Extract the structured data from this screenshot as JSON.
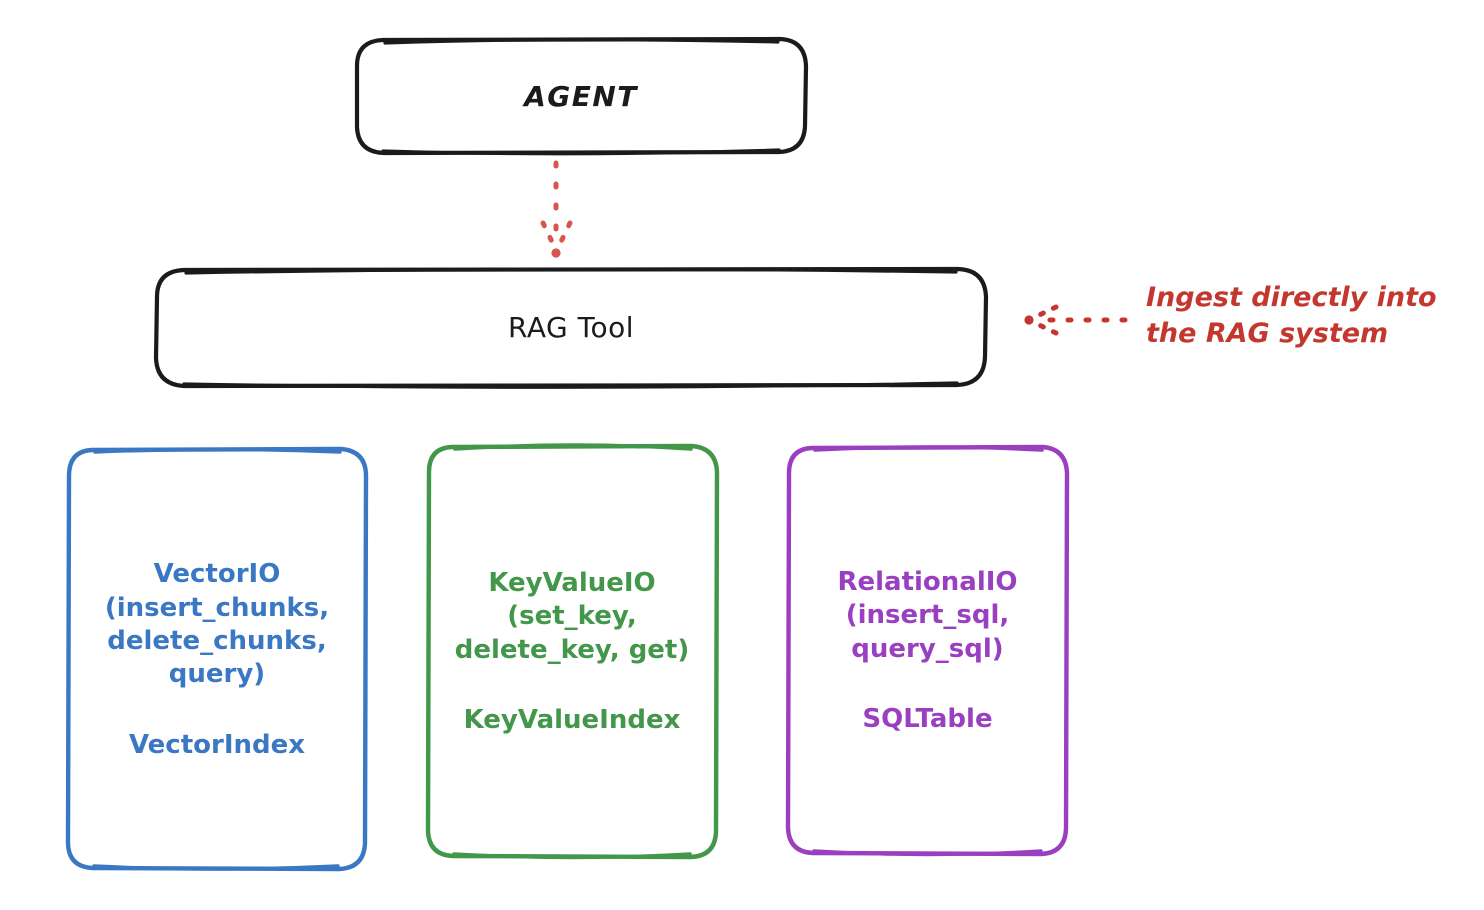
{
  "diagram": {
    "title": "RAG Tool storage abstraction diagram",
    "background_color": "#ffffff"
  },
  "nodes": {
    "agent": {
      "label": "AGENT",
      "border_color": "#1b1b1b",
      "text_color": "#1b1b1b"
    },
    "rag_tool": {
      "label": "RAG Tool",
      "border_color": "#1b1b1b",
      "text_color": "#1b1b1b"
    },
    "vector_io": {
      "api": "VectorIO\n(insert_chunks,\ndelete_chunks,\nquery)",
      "index": "VectorIndex",
      "color": "#3b78c3"
    },
    "key_value_io": {
      "api": "KeyValueIO\n(set_key,\ndelete_key, get)",
      "index": "KeyValueIndex",
      "color": "#43974a"
    },
    "relational_io": {
      "api": "RelationalIO\n(insert_sql,\nquery_sql)",
      "index": "SQLTable",
      "color": "#9a3fc0"
    }
  },
  "annotations": {
    "ingest": {
      "text": "Ingest directly into\nthe RAG system",
      "color": "#c4372f"
    }
  },
  "connectors": {
    "agent_to_rag": {
      "style": "dotted",
      "color": "#d9534f",
      "direction": "down"
    },
    "ingest_to_rag": {
      "style": "dotted",
      "color": "#c4372f",
      "direction": "left"
    }
  }
}
